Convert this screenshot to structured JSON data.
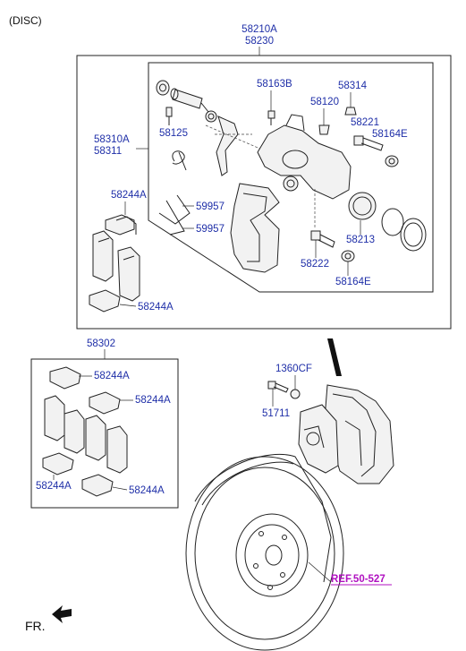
{
  "header": {
    "section": "(DISC)"
  },
  "labels": {
    "caliper_assy": "58210A",
    "caliper_assy_2": "58230",
    "carrier": "58310A",
    "carrier_2": "58311",
    "bleeder_cap": "58163B",
    "bleeder_screw": "58120",
    "bleeder_cap_2": "58314",
    "guide_rod": "58125",
    "guide_bolt": "58221",
    "guide_boot": "58164E",
    "shim_upper": "58244A",
    "spring_1": "59957",
    "spring_2": "59957",
    "piston": "58213",
    "lower_bolt": "58222",
    "lower_boot": "58164E",
    "shim_lower": "58244A",
    "pad_kit": "58302",
    "kit_shim_1": "58244A",
    "kit_shim_2": "58244A",
    "kit_shim_3": "58244A",
    "kit_shim_4": "58244A",
    "bolt_1360": "1360CF",
    "bolt_51711": "51711",
    "reference": "REF.50-527",
    "front": "FR."
  },
  "colors": {
    "label": "#1f2fa8",
    "reference": "#b010c0",
    "line": "#222222"
  }
}
